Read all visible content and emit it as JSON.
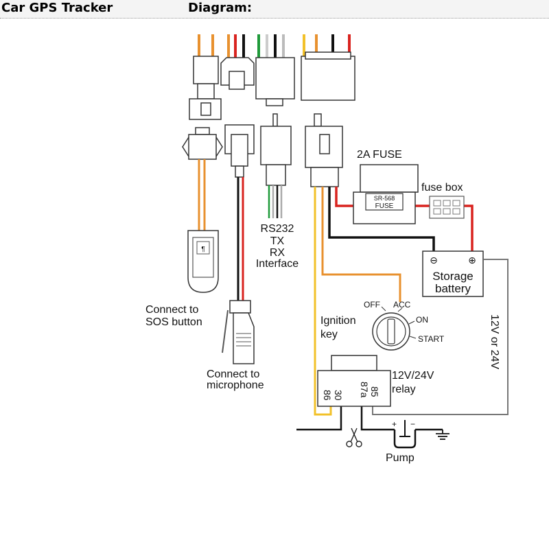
{
  "header": {
    "title": "Car GPS Tracker",
    "subtitle": "Diagram:"
  },
  "labels": {
    "fuse_2a": "2A FUSE",
    "fuse_part": "SR-568",
    "fuse_word": "FUSE",
    "fuse_box": "fuse box",
    "rs232": "RS232",
    "tx": "TX",
    "rx": "RX",
    "interface": "Interface",
    "sos_line1": "Connect to",
    "sos_line2": "SOS button",
    "mic_line1": "Connect to",
    "mic_line2": "microphone",
    "battery_line1": "Storage",
    "battery_line2": "battery",
    "minus": "⊖",
    "plus": "⊕",
    "ignition_line1": "Ignition",
    "ignition_line2": "key",
    "key_off": "OFF",
    "key_acc": "ACC",
    "key_on": "ON",
    "key_start": "START",
    "voltage": "12V or 24V",
    "relay_line1": "12V/24V",
    "relay_line2": "relay",
    "pin_86": "86",
    "pin_30": "30",
    "pin_87a": "87a",
    "pin_85": "85",
    "pump": "Pump",
    "pump_plus": "+",
    "pump_minus": "−"
  },
  "colors": {
    "orange": "#e8912f",
    "red": "#d9231f",
    "black": "#111111",
    "green": "#1f9a3a",
    "white": "#ffffff",
    "yellow": "#f2c12a",
    "gray": "#777777",
    "outline": "#333333"
  }
}
